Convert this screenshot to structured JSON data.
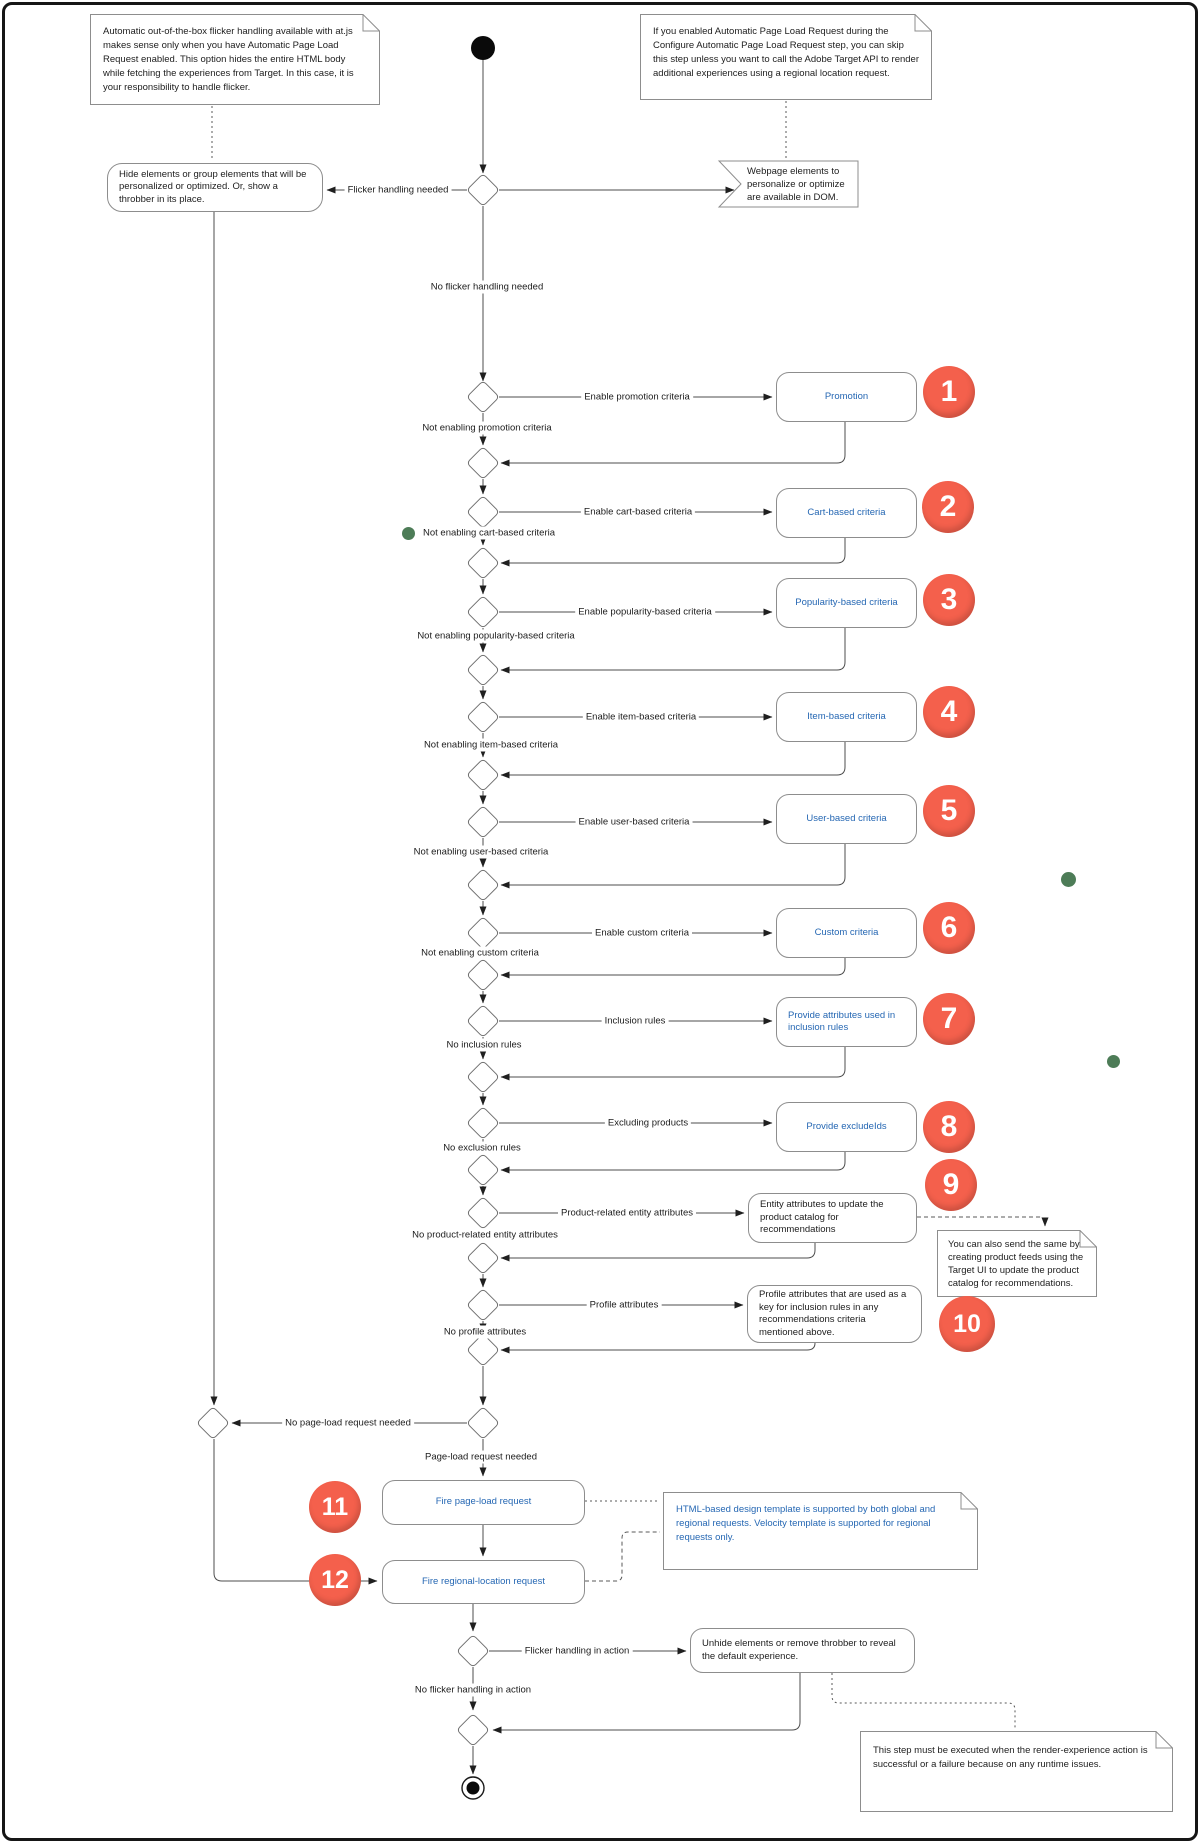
{
  "diagram": {
    "notes": {
      "flicker_note": "Automatic out-of-the-box flicker handling available with at.js makes sense only when you have Automatic Page Load Request enabled. This option hides the entire HTML body while fetching the experiences from Target. In this case, it is your responsibility to handle flicker.",
      "apl_note": "If you enabled Automatic Page Load Request during the Configure Automatic Page Load Request step, you can skip this step unless you want to call the Adobe Target API to render additional experiences using a regional location request.",
      "feeds_note": "You can also send the same by creating product feeds using the Target UI to update the product catalog for recommendations.",
      "template_note": "HTML-based design template is supported by both global and regional requests. Velocity template is supported for regional requests only.",
      "render_note": "This step must be executed when the render-experience action is successful or a failure because on any runtime issues."
    },
    "nodes": {
      "hide_elements": "Hide elements or group elements that will be personalized or optimized. Or, show a throbber in its place.",
      "webpage_elements": "Webpage elements to personalize or optimize are available in DOM.",
      "unhide_elements": "Unhide elements or remove throbber to reveal the default experience."
    },
    "edges": {
      "flicker_needed": "Flicker handling needed",
      "no_flicker_needed": "No flicker handling needed",
      "no_pageload": "No page-load request needed",
      "pageload": "Page-load request needed",
      "flicker_in_action": "Flicker handling in action",
      "no_flicker_in_action": "No flicker handling in action"
    },
    "rows": [
      {
        "n": "1",
        "label": "Promotion",
        "enable": "Enable promotion criteria",
        "skip": "Not enabling promotion criteria"
      },
      {
        "n": "2",
        "label": "Cart-based criteria",
        "enable": "Enable cart-based criteria",
        "skip": "Not enabling cart-based criteria"
      },
      {
        "n": "3",
        "label": "Popularity-based criteria",
        "enable": "Enable popularity-based criteria",
        "skip": "Not enabling popularity-based criteria"
      },
      {
        "n": "4",
        "label": "Item-based criteria",
        "enable": "Enable item-based criteria",
        "skip": "Not enabling item-based criteria"
      },
      {
        "n": "5",
        "label": "User-based criteria",
        "enable": "Enable user-based criteria",
        "skip": "Not enabling user-based criteria"
      },
      {
        "n": "6",
        "label": "Custom criteria",
        "enable": "Enable custom criteria",
        "skip": "Not enabling custom criteria"
      },
      {
        "n": "7",
        "label": "Provide attributes used in inclusion rules",
        "enable": "Inclusion rules",
        "skip": "No inclusion rules"
      },
      {
        "n": "8",
        "label": "Provide excludeIds",
        "enable": "Excluding products",
        "skip": "No exclusion rules"
      },
      {
        "n": "9",
        "label": "Entity attributes to update the product catalog for recommendations",
        "enable": "Product-related entity attributes",
        "skip": "No product-related entity attributes"
      },
      {
        "n": "10",
        "label": "Profile attributes that are used as a key for inclusion rules in any recommendations criteria mentioned above.",
        "enable": "Profile attributes",
        "skip": "No profile attributes"
      }
    ],
    "final_steps": [
      {
        "n": "11",
        "label": "Fire page-load request"
      },
      {
        "n": "12",
        "label": "Fire regional-location request"
      }
    ],
    "colors": {
      "badge": "#F4604C",
      "link": "#2567B3",
      "line": "#4D4D4D",
      "dot": "#4D7C57"
    }
  }
}
